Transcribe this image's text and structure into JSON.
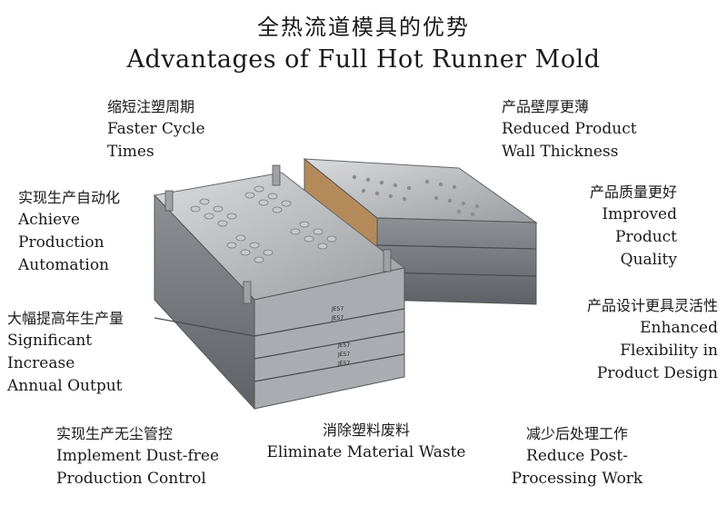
{
  "title_cn": "全热流道模具的优势",
  "title_en": "Advantages of Full Hot Runner Mold",
  "mold_stamps": [
    "JE57",
    "JE57",
    "JE57",
    "JE57",
    "JE57"
  ],
  "blocks": [
    {
      "cn": "缩短注塑周期",
      "en": [
        "Faster Cycle",
        "Times"
      ]
    },
    {
      "cn": "产品壁厚更薄",
      "en": [
        "Reduced Product",
        "Wall Thickness"
      ]
    },
    {
      "cn": "实现生产自动化",
      "en": [
        "Achieve",
        "Production",
        "Automation"
      ]
    },
    {
      "cn": "产品质量更好",
      "en": [
        "Improved",
        "Product",
        "Quality"
      ]
    },
    {
      "cn": "大幅提高年生产量",
      "en": [
        "Significant",
        "Increase",
        "Annual Output"
      ]
    },
    {
      "cn": "产品设计更具灵活性",
      "en": [
        "Enhanced",
        "Flexibility in",
        "Product Design"
      ]
    },
    {
      "cn": "实现生产无尘管控",
      "en": [
        "Implement Dust-free",
        "Production Control"
      ]
    },
    {
      "cn": "消除塑料废料",
      "en": [
        "Eliminate Material Waste"
      ]
    },
    {
      "cn": "减少后处理工作",
      "en": [
        "Reduce Post-",
        "Processing Work"
      ]
    }
  ]
}
